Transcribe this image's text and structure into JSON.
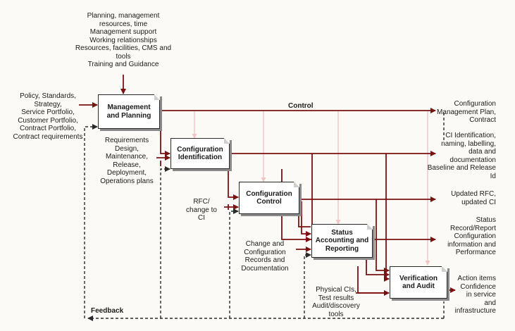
{
  "colors": {
    "flow": "#7a1212",
    "faint": "#f2c6c6",
    "dashed": "#2a2a2a",
    "box_border": "#2a2a2a"
  },
  "boxes": {
    "management_planning": "Management\nand Planning",
    "configuration_identification": "Configuration\nIdentification",
    "configuration_control": "Configuration\nControl",
    "status_accounting": "Status\nAccounting and\nReporting",
    "verification_audit": "Verification\nand Audit"
  },
  "inputs": {
    "resources": "Planning, management\nresources, time\nManagement support\nWorking relationships\nResources, facilities, CMS and\ntools\nTraining and Guidance",
    "policy": "Policy, Standards,\nStrategy,\nService Portfolio,\nCustomer Portfolio,\nContract Portfolio,\nContract requirements",
    "requirements": "Requirements\nDesign,\nMaintenance,\nRelease,\nDeployment,\nOperations plans",
    "rfc": "RFC/\nchange to\nCI",
    "change_records": "Change and\nConfiguration\nRecords and\nDocumentation",
    "physical_cis": "Physical CIs,\nTest results\nAudit/discovery\ntools"
  },
  "flow_labels": {
    "control": "Control",
    "feedback": "Feedback"
  },
  "outputs": {
    "plan": "Configuration\nManagement Plan,\nContract",
    "identification": "CI Identification,\nnaming, labelling,\ndata and\ndocumentation\nBaseline and Release\nId",
    "rfc": "Updated RFC,\nupdated CI",
    "status": "Status\nRecord/Report\nConfiguration\ninformation and\nPerformance",
    "actions": "Action items\nConfidence\nin service\nand\ninfrastructure"
  }
}
